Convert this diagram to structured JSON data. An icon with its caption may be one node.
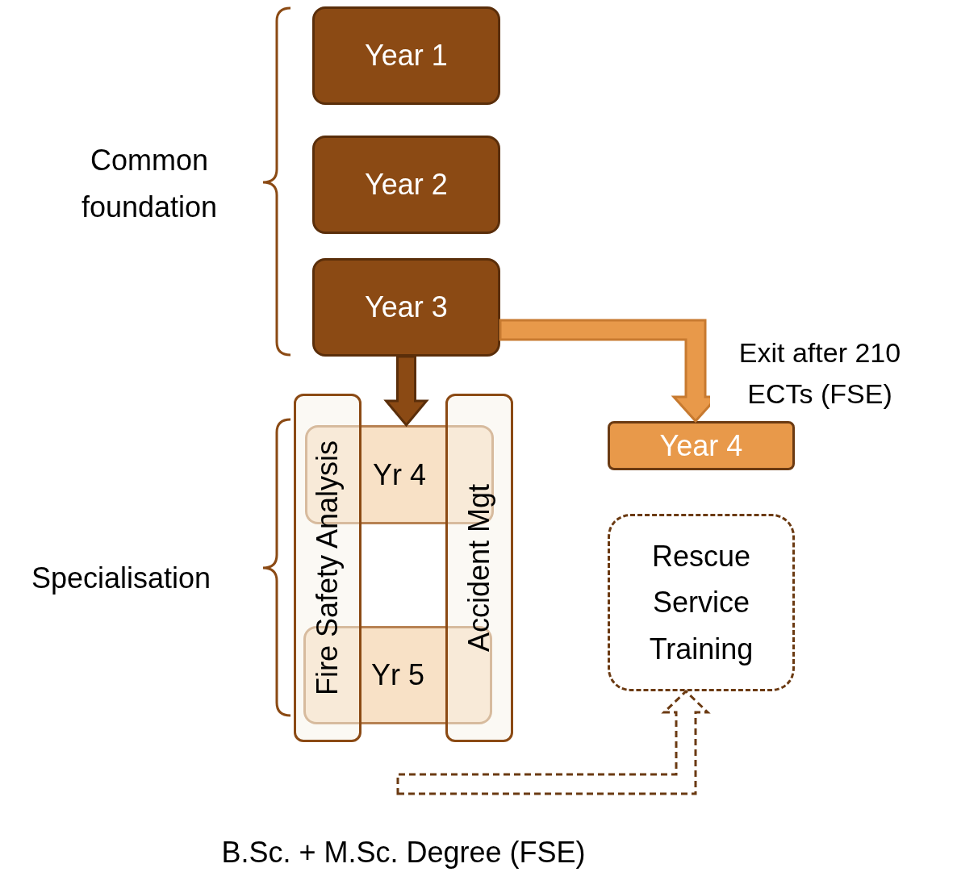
{
  "diagram": {
    "nodes": [
      {
        "text": [
          "Year 1"
        ]
      },
      {
        "text": [
          "Year 2"
        ]
      },
      {
        "text": [
          "Year 3"
        ]
      },
      {
        "text": [
          "Year 4"
        ]
      },
      {
        "text": [
          "Rescue Service Training"
        ]
      },
      {
        "text": [
          "Yr 4"
        ]
      },
      {
        "text": [
          "Yr 5"
        ]
      },
      {
        "text": [
          "Fire Safety Analysis"
        ]
      },
      {
        "text": [
          "Accident Mgt"
        ]
      }
    ],
    "edges": [
      {
        "from": 2,
        "to": 5,
        "arrow": "to"
      },
      {
        "from": 2,
        "to": 3,
        "arrow": "to",
        "label": "Exit after 210 ECTs (FSE)",
        "color": "#e8994a"
      },
      {
        "from": null,
        "to": 4,
        "arrow": "to",
        "style": "dashed"
      }
    ],
    "labels": [
      "Common foundation",
      "Specialisation",
      "B.Sc. + M.Sc. Degree (FSE)"
    ]
  }
}
